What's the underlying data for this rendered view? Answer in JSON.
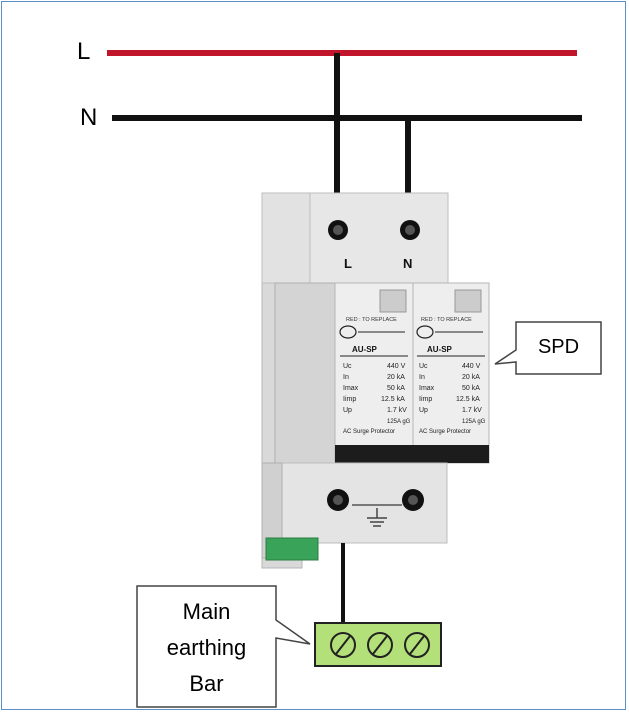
{
  "lines": {
    "live": "L",
    "neutral": "N"
  },
  "colors": {
    "live_wire": "#c0152b",
    "neutral_wire": "#111111",
    "earth_bar": "#b4e07a",
    "callout_border": "#444444",
    "frame": "#5b8fc7"
  },
  "device": {
    "top_terminals": [
      "L",
      "N"
    ],
    "modules": [
      {
        "indicator": "RED : TO REPLACE",
        "model": "AU-SP",
        "specs": [
          [
            "Uc",
            "440 V"
          ],
          [
            "In",
            "20 kA"
          ],
          [
            "Imax",
            "50 kA"
          ],
          [
            "Iimp",
            "12.5 kA"
          ],
          [
            "Up",
            "1.7 kV"
          ]
        ],
        "fuse": "125A gG",
        "footer": "AC Surge Protector"
      },
      {
        "indicator": "RED : TO REPLACE",
        "model": "AU-SP",
        "specs": [
          [
            "Uc",
            "440 V"
          ],
          [
            "In",
            "20 kA"
          ],
          [
            "Imax",
            "50 kA"
          ],
          [
            "Iimp",
            "12.5 kA"
          ],
          [
            "Up",
            "1.7 kV"
          ]
        ],
        "fuse": "125A gG",
        "footer": "AC Surge Protector"
      }
    ]
  },
  "callouts": {
    "spd": "SPD",
    "earth_line1": "Main",
    "earth_line2": "earthing",
    "earth_line3": "Bar"
  }
}
